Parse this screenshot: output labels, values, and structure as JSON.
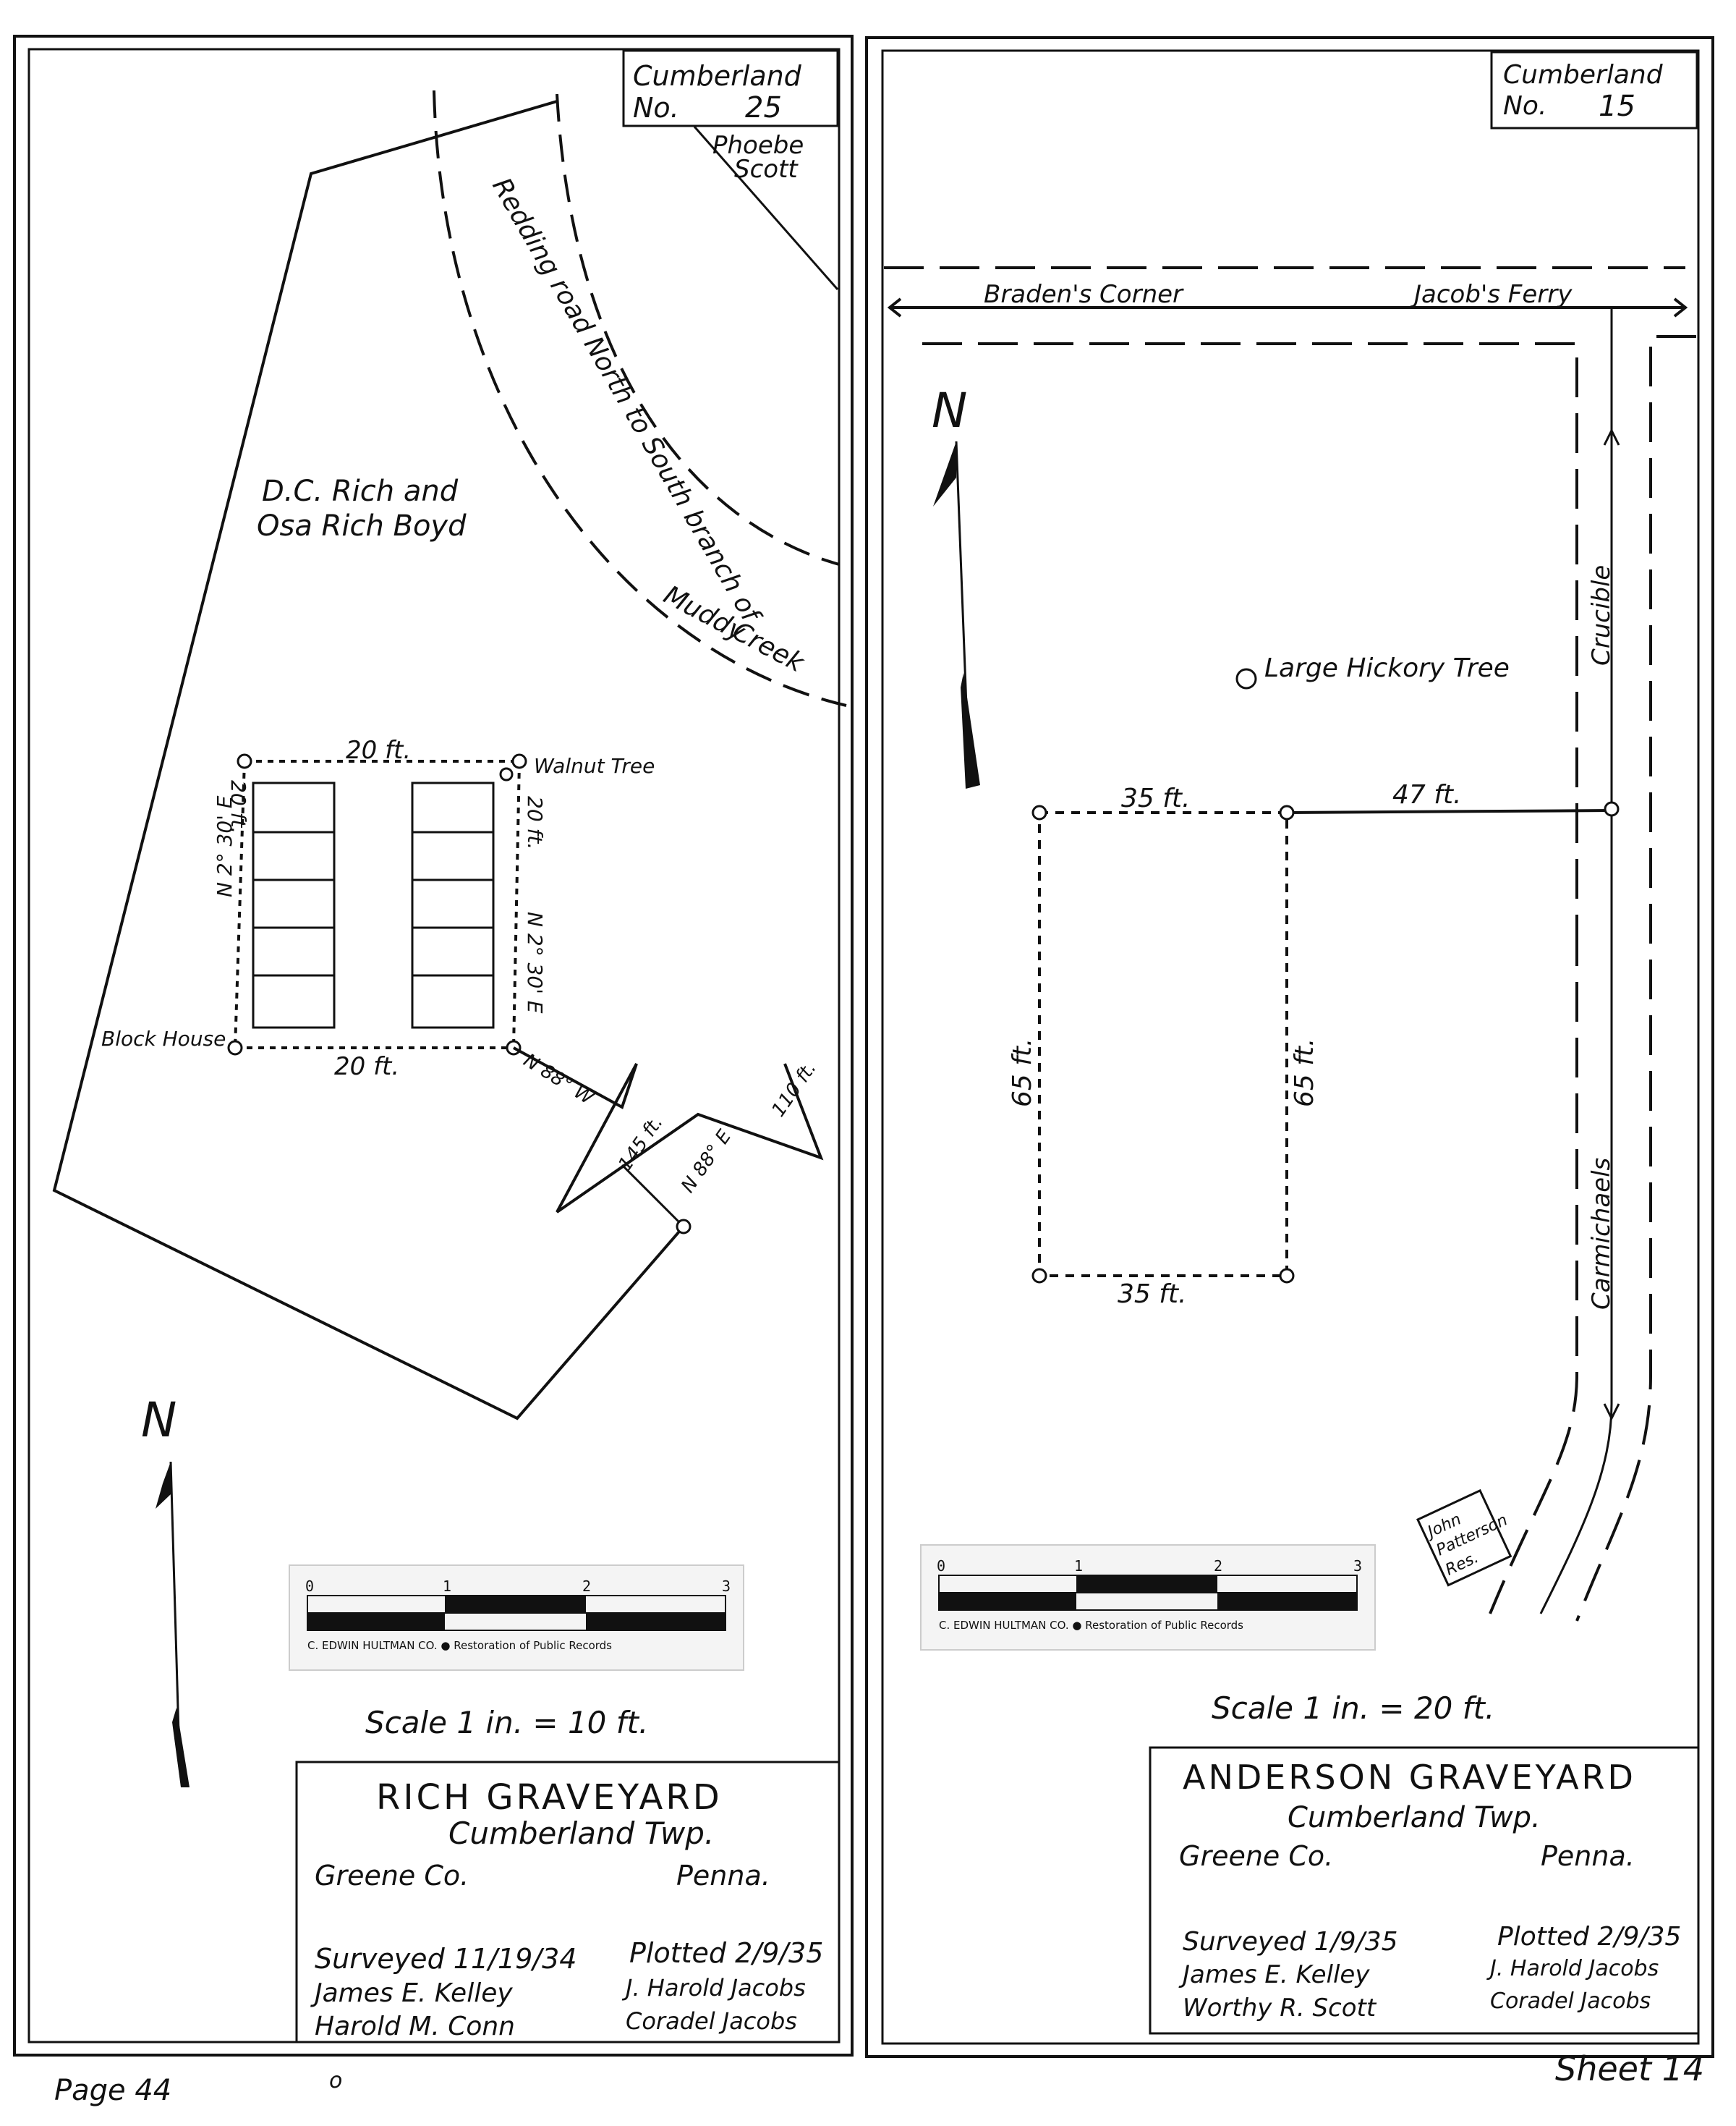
{
  "footer": {
    "page": "Page 44",
    "mark": "o",
    "sheet": "Sheet 14"
  },
  "left": {
    "box_county": "Cumberland",
    "box_no_label": "No.",
    "box_no": "25",
    "phoebe": [
      "Phoebe",
      "Scott"
    ],
    "road": "Redding road North to South branch of",
    "creek": [
      "Muddy",
      "Creek"
    ],
    "owner_line1": "D.C. Rich   and",
    "owner_line2": "Osa Rich Boyd",
    "top_dim": "20 ft.",
    "bottom_dim": "20 ft.",
    "left_side_a": "20 ft.",
    "left_side_b": "N 2° 30' E",
    "right_side_a": "20 ft.",
    "right_side_b": "N 2° 30' E",
    "walnut": "Walnut Tree",
    "block": "Block House",
    "bearing1": "N 88° W",
    "dist1": "145 ft.",
    "bearing2": "N 88° E",
    "dist2": "110 ft.",
    "scale": "Scale   1 in. = 10 ft.",
    "title": "RICH GRAVEYARD",
    "township": "Cumberland Twp.",
    "county": "Greene Co.",
    "state": "Penna.",
    "surveyed": "Surveyed 11/19/34",
    "surveyor1": "James E. Kelley",
    "surveyor2": "Harold M. Conn",
    "plotted": "Plotted 2/9/35",
    "plotter1": "J. Harold Jacobs",
    "plotter2": "Coradel Jacobs",
    "north": "N",
    "scalebar": {
      "ticks": [
        "0",
        "1",
        "2",
        "3"
      ],
      "maker": "C. EDWIN HULTMAN CO.  ●  Restoration of Public Records"
    }
  },
  "right": {
    "box_county": "Cumberland",
    "box_no_label": "No.",
    "box_no": "15",
    "road_left": "Braden's Corner",
    "road_right": "Jacob's Ferry",
    "crucible": "Crucible",
    "carmichaels": "Carmichaels",
    "hickory": "Large Hickory Tree",
    "top_dim": "35 ft.",
    "bottom_dim": "35 ft.",
    "left_dim": "65 ft.",
    "right_dim": "65 ft.",
    "tie_dim": "47 ft.",
    "john": [
      "John",
      "Patterson",
      "Res."
    ],
    "scale": "Scale   1 in. = 20 ft.",
    "title": "ANDERSON GRAVEYARD",
    "township": "Cumberland Twp.",
    "county": "Greene Co.",
    "state": "Penna.",
    "surveyed": "Surveyed 1/9/35",
    "surveyor1": "James E. Kelley",
    "surveyor2": "Worthy R. Scott",
    "plotted": "Plotted 2/9/35",
    "plotter1": "J. Harold Jacobs",
    "plotter2": "Coradel Jacobs",
    "north": "N",
    "scalebar": {
      "ticks": [
        "0",
        "1",
        "2",
        "3"
      ],
      "maker": "C. EDWIN HULTMAN CO.  ●  Restoration of Public Records"
    }
  }
}
